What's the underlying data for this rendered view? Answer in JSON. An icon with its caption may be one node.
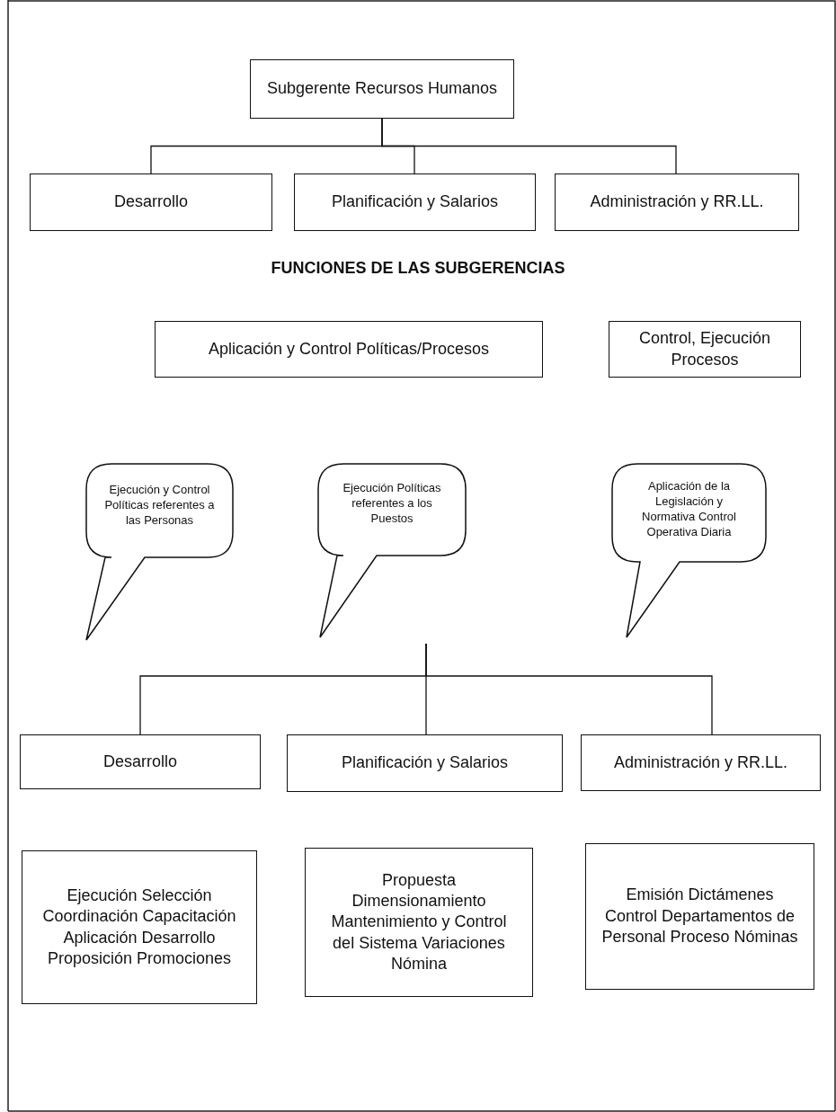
{
  "diagram": {
    "title": "FUNCIONES DE LAS SUBGERENCIAS",
    "nodes": [
      {
        "text": [
          "Subgerente Recursos Humanos"
        ]
      },
      {
        "text": [
          "Desarrollo"
        ]
      },
      {
        "text": [
          "Planificación y Salarios"
        ]
      },
      {
        "text": [
          "Administración y RR.LL."
        ]
      },
      {
        "text": [
          "Aplicación y Control Políticas/Procesos"
        ]
      },
      {
        "text": [
          "Control, Ejecución Procesos"
        ]
      },
      {
        "text": [
          "Ejecución y Control Políticas referentes a las Personas"
        ]
      },
      {
        "text": [
          "Ejecución Políticas referentes a los Puestos"
        ]
      },
      {
        "text": [
          "Aplicación de la Legislación y Normativa Control Operativa Diaria"
        ]
      },
      {
        "text": [
          "Desarrollo"
        ]
      },
      {
        "text": [
          "Planificación y Salarios"
        ]
      },
      {
        "text": [
          "Administración y RR.LL."
        ]
      },
      {
        "text": [
          "Ejecución Selección Coordinación Capacitación Aplicación Desarrollo Proposición Promociones"
        ]
      },
      {
        "text": [
          "Propuesta Dimensionamiento Mantenimiento y Control del Sistema Variaciones Nómina"
        ]
      },
      {
        "text": [
          "Emisión Dictámenes Control Departamentos de Personal Proceso Nóminas"
        ]
      }
    ],
    "edges": [
      {
        "from": 0,
        "to": 1,
        "arrow": "none"
      },
      {
        "from": 0,
        "to": 2,
        "arrow": "none"
      },
      {
        "from": 0,
        "to": 3,
        "arrow": "none"
      },
      {
        "from": null,
        "to": 9,
        "arrow": "none"
      },
      {
        "from": null,
        "to": 10,
        "arrow": "none"
      },
      {
        "from": null,
        "to": 11,
        "arrow": "none"
      }
    ]
  }
}
